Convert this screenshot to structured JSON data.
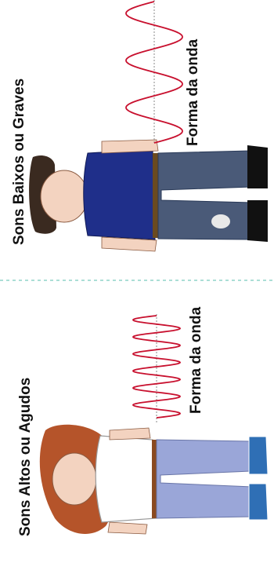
{
  "panels": {
    "high": {
      "title": "Sons Altos ou Agudos",
      "wave_label": "Forma da onda",
      "character": "girl-figure",
      "wave_cycles": 6
    },
    "low": {
      "title": "Sons Baixos ou Graves",
      "wave_label": "Forma da onda",
      "character": "boy-figure",
      "wave_cycles": 3
    }
  },
  "colors": {
    "wave": "#c8102e",
    "axis": "#888888",
    "divider": "#8fd3c8",
    "girl_shirt": "#ffffff",
    "girl_pants": "#9aa6d8",
    "girl_hair": "#b5542a",
    "boy_shirt": "#1f2f8a",
    "boy_pants": "#4a5a78",
    "boy_hair": "#3a2a20",
    "skin": "#f3d3c0"
  }
}
